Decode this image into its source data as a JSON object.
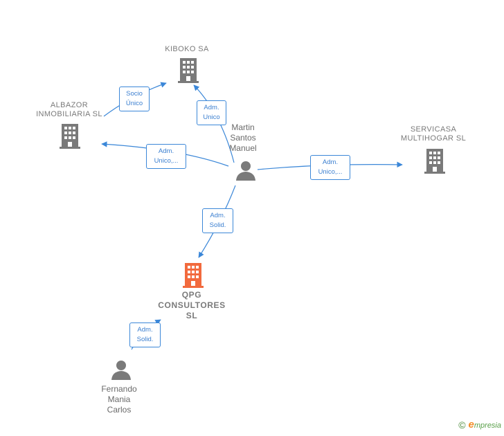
{
  "nodes": {
    "kiboko": {
      "name": "KIBOKO SA"
    },
    "albazor": {
      "name_line1": "ALBAZOR",
      "name_line2": "INMOBILIARIA SL"
    },
    "servicasa": {
      "name_line1": "SERVICASA",
      "name_line2": "MULTIHOGAR SL"
    },
    "qpg": {
      "name_line1": "QPG",
      "name_line2": "CONSULTORES",
      "name_line3": "SL",
      "color": "#f26a3d"
    },
    "martin": {
      "line1": "Martin",
      "line2": "Santos",
      "line3": "Manuel"
    },
    "fernando": {
      "line1": "Fernando",
      "line2": "Mania",
      "line3": "Carlos"
    }
  },
  "edges": {
    "albazor_kiboko": {
      "line1": "Socio",
      "line2": "Único"
    },
    "martin_kiboko": {
      "line1": "Adm.",
      "line2": "Unico"
    },
    "martin_albazor": {
      "line1": "Adm.",
      "line2": "Unico,..."
    },
    "martin_servicasa": {
      "line1": "Adm.",
      "line2": "Unico,..."
    },
    "martin_qpg": {
      "line1": "Adm.",
      "line2": "Solid."
    },
    "fernando_qpg": {
      "line1": "Adm.",
      "line2": "Solid."
    }
  },
  "colors": {
    "edge": "#3b87d8",
    "company": "#7a7a7a",
    "highlight": "#f26a3d",
    "person": "#7a7a7a"
  },
  "brand": {
    "copyright": "©",
    "initial": "e",
    "name": "mpresia"
  }
}
